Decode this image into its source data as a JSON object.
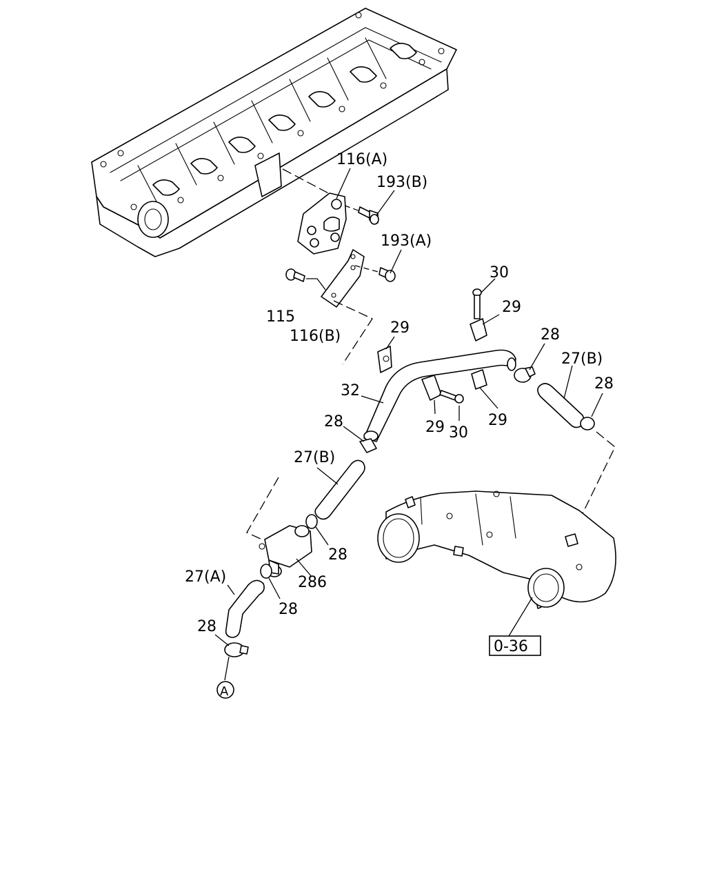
{
  "labels": {
    "l116a": "116(A)",
    "l193b": "193(B)",
    "l193a": "193(A)",
    "l115": "115",
    "l116b": "116(B)",
    "l30_top": "30",
    "l29_top": "29",
    "l29_left": "29",
    "l28_right_upper": "28",
    "l27b_right": "27(B)",
    "l28_right_lower": "28",
    "l32": "32",
    "l29_mid": "29",
    "l30_mid": "30",
    "l29_mid2": "29",
    "l28_left_upper": "28",
    "l27b_left": "27(B)",
    "l28_mid": "28",
    "l286": "286",
    "l27a": "27(A)",
    "l28_lower": "28",
    "l28_bottom": "28",
    "connector_a": "A",
    "ref_036": "0-36"
  }
}
